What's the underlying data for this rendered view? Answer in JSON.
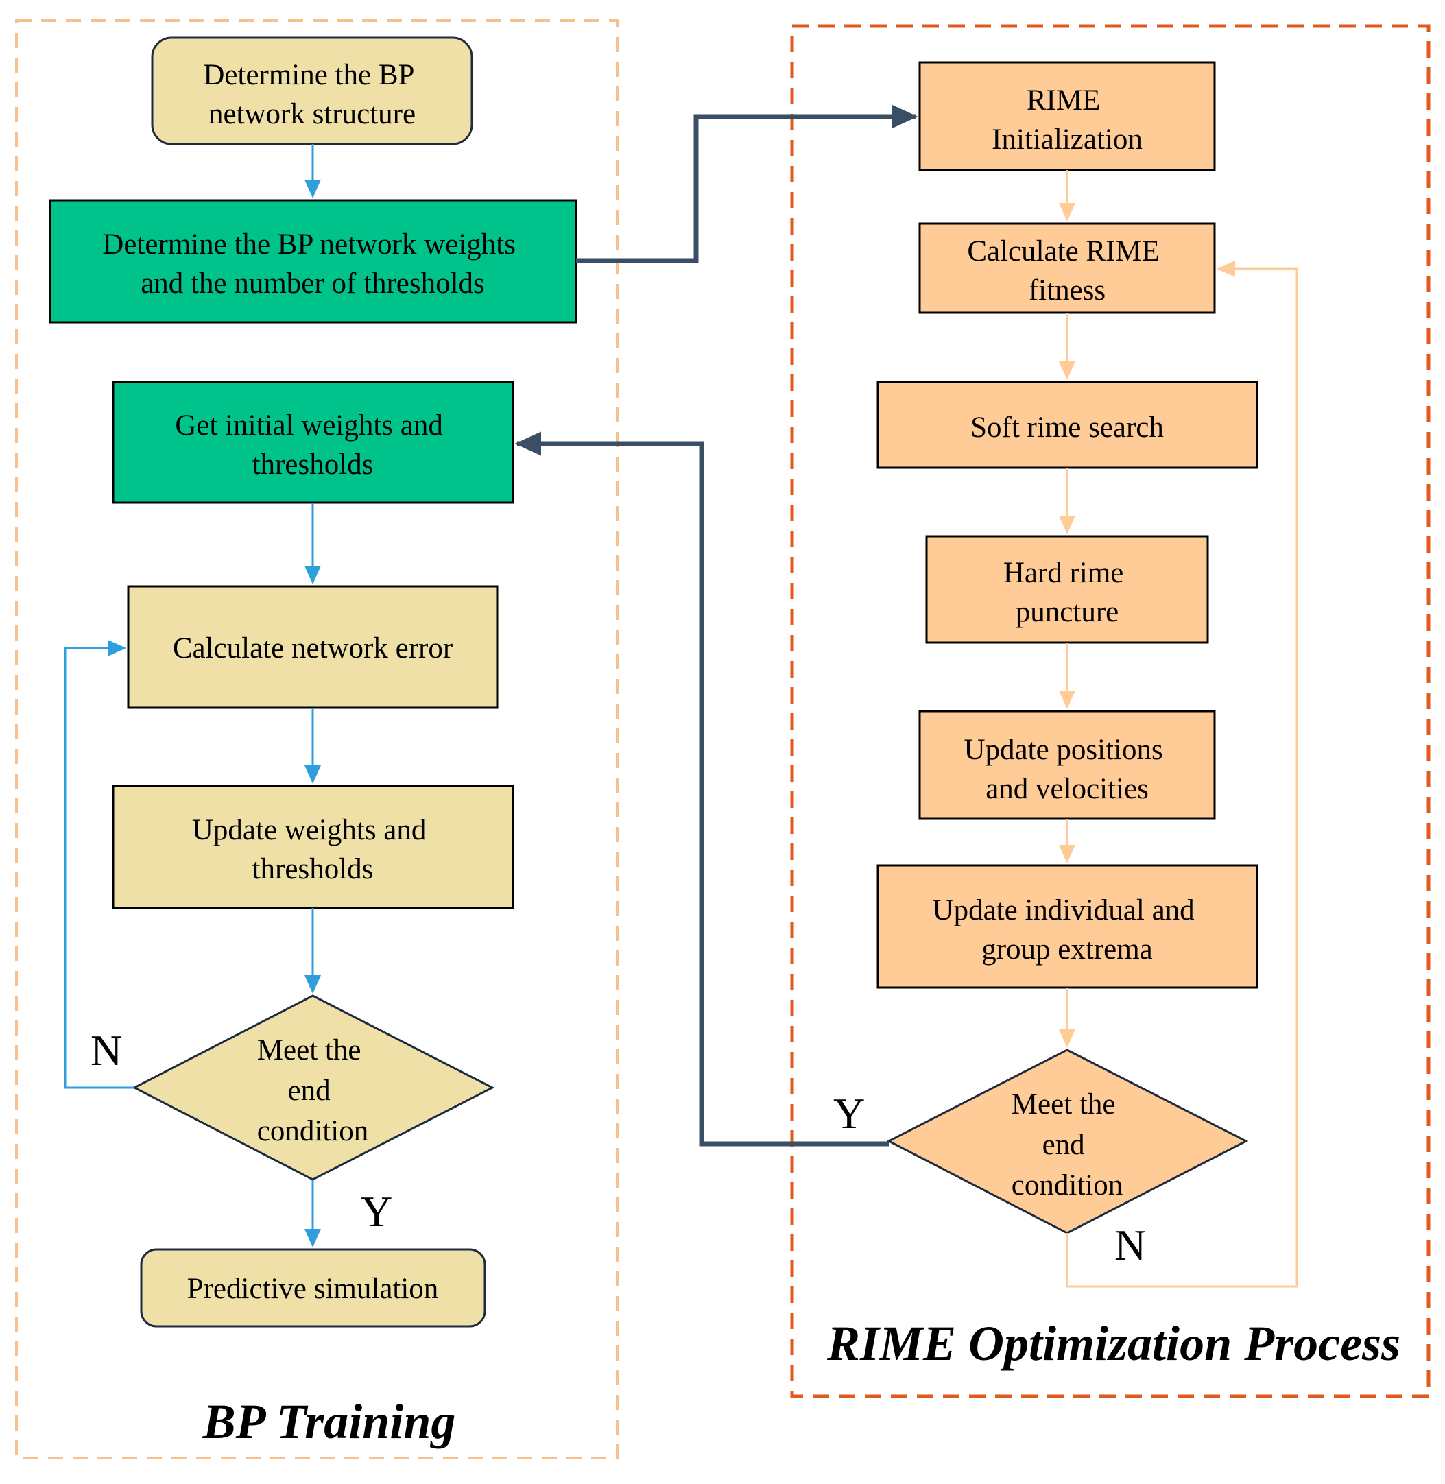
{
  "colors": {
    "beige": "#EFE0A8",
    "green": "#00C38C",
    "peach": "#FFCB96",
    "blue_arrow": "#2E9FDB",
    "dark_arrow": "#3A4F66",
    "light_arrow": "#FFCB96",
    "bp_border": "#F7C08C",
    "rime_border": "#E2591D"
  },
  "regions": {
    "bp_title": "BP Training",
    "rime_title": "RIME Optimization Process"
  },
  "bp_nodes": {
    "structure": [
      "Determine the BP",
      "network structure"
    ],
    "weights": [
      "Determine the BP network weights",
      "and the number of thresholds"
    ],
    "initial": [
      "Get initial weights and",
      "thresholds"
    ],
    "error": [
      "Calculate network error"
    ],
    "update": [
      "Update weights and",
      "thresholds"
    ],
    "decision": [
      "Meet the",
      "end",
      "condition"
    ],
    "predict": [
      "Predictive simulation"
    ]
  },
  "rime_nodes": {
    "init": [
      "RIME",
      "Initialization"
    ],
    "fitness": [
      "Calculate RIME",
      "fitness"
    ],
    "soft": [
      "Soft rime search"
    ],
    "hard": [
      "Hard rime",
      "puncture"
    ],
    "positions": [
      "Update positions",
      "and velocities"
    ],
    "extrema": [
      "Update individual and",
      "group extrema"
    ],
    "decision": [
      "Meet the",
      "end",
      "condition"
    ]
  },
  "edge_labels": {
    "bp_no": "N",
    "bp_yes": "Y",
    "rime_yes": "Y",
    "rime_no": "N"
  }
}
